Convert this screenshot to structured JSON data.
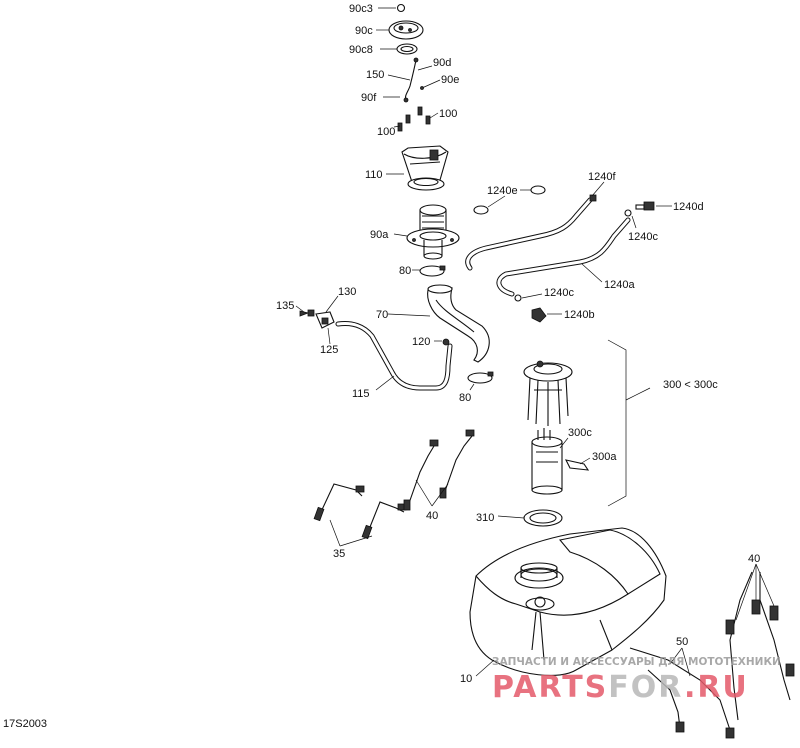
{
  "diagram_code": "17S2003",
  "group_label": "300 < 300c",
  "watermark": {
    "top": "ЗАПЧАСТИ И АКСЕССУАРЫ ДЛЯ МОТОТЕХНИКИ",
    "brand_a": "PARTS",
    "brand_b": "FOR",
    "brand_c": ".RU",
    "brand_color": "#e45a6a"
  },
  "callouts": {
    "c90c3": "90c3",
    "c90c": "90c",
    "c90c8": "90c8",
    "c90d": "90d",
    "c150": "150",
    "c90e": "90e",
    "c90f": "90f",
    "c100a": "100",
    "c100b": "100",
    "c110": "110",
    "c1240e": "1240e",
    "c1240f": "1240f",
    "c1240d": "1240d",
    "c1240c_a": "1240c",
    "c90a": "90a",
    "c80a": "80",
    "c1240a": "1240a",
    "c1240c_b": "1240c",
    "c135": "135",
    "c130": "130",
    "c1240b": "1240b",
    "c70": "70",
    "c125": "125",
    "c120": "120",
    "c300": "300 < 300c",
    "c115": "115",
    "c80b": "80",
    "c300c": "300c",
    "c300a": "300a",
    "c40a": "40",
    "c310": "310",
    "c35": "35",
    "c40b": "40",
    "c50": "50",
    "c10": "10"
  }
}
